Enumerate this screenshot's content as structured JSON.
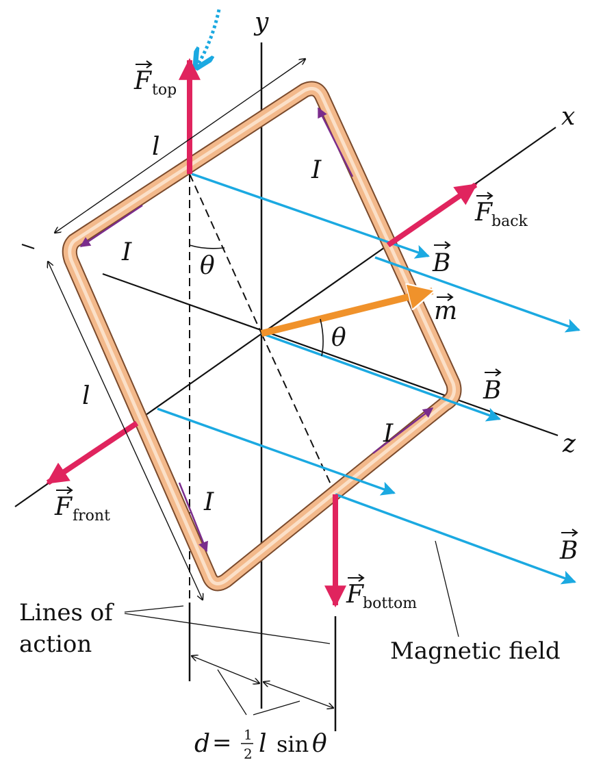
{
  "labels": {
    "axis_x": "x",
    "axis_y": "y",
    "axis_z": "z",
    "length_top": "l",
    "length_left": "l",
    "current": "I",
    "theta": "θ",
    "force_symbol": "F",
    "force_top_sub": "top",
    "force_back_sub": "back",
    "force_front_sub": "front",
    "force_bottom_sub": "bottom",
    "field_symbol": "B",
    "moment_symbol": "m",
    "lines_of_action_1": "Lines of",
    "lines_of_action_2": "action",
    "magnetic_field": "Magnetic field",
    "d_eq_lhs": "d",
    "d_eq_equals": "=",
    "d_eq_num": "1",
    "d_eq_den": "2",
    "d_eq_l": "l",
    "d_eq_sin": "sin",
    "d_eq_theta": "θ"
  },
  "colors": {
    "loop": "#f3b98b",
    "loop_edge": "#7a4a2c",
    "force": "#e0245e",
    "field": "#1ba9e1",
    "moment": "#f0922b",
    "current_arrow": "#7a2c8c",
    "line": "#111111",
    "hint": "#1ba9e1"
  }
}
